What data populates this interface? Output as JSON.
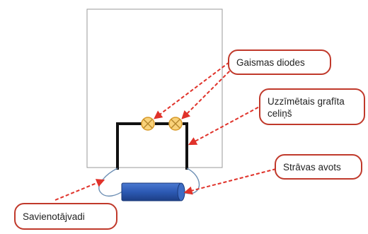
{
  "labels": {
    "leds": "Gaismas diodes",
    "track": "Uzzīmētais grafīta celiņš",
    "source": "Strāvas avots",
    "wires": "Savienotājvadi"
  },
  "colors": {
    "callout_border": "#c0392b",
    "arrow": "#e0322a",
    "paper_border": "#9a9a9a",
    "graphite": "#111111",
    "led_fill": "#f9d27a",
    "led_stroke": "#d89a2a",
    "battery": "#2c59b3",
    "wire": "#6d8fb4"
  },
  "icons": {
    "led": "led-lamp-icon",
    "battery": "battery-icon"
  }
}
